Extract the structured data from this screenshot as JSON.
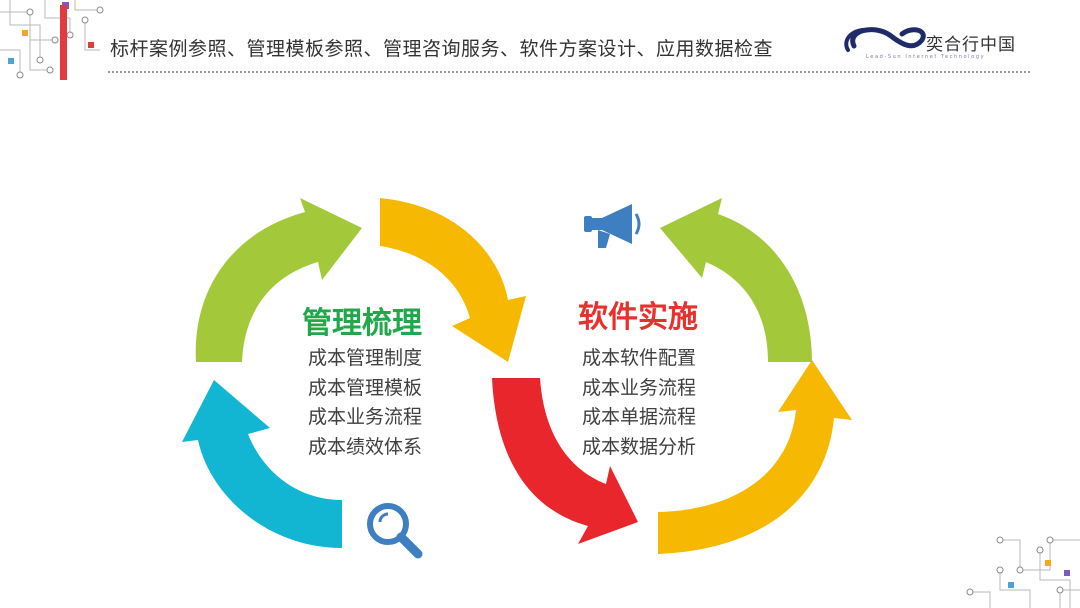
{
  "header": {
    "title": "标杆案例参照、管理模板参照、管理咨询服务、软件方案设计、应用数据检查"
  },
  "logo": {
    "name": "奕合行中国",
    "subtitle": "Lead-Sun Internet Technology",
    "color": "#1f2a6b"
  },
  "left_block": {
    "title": "管理梳理",
    "title_color": "#22a84a",
    "items": [
      "成本管理制度",
      "成本管理模板",
      "成本业务流程",
      "成本绩效体系"
    ]
  },
  "right_block": {
    "title": "软件实施",
    "title_color": "#e8312c",
    "items": [
      "成本软件配置",
      "成本业务流程",
      "成本单据流程",
      "成本数据分析"
    ]
  },
  "arrow_colors": {
    "green": "#a3c93a",
    "yellow": "#f6b800",
    "red": "#e9262b",
    "cyan": "#12b6d3",
    "icon_blue": "#3d7fc1"
  },
  "icons": [
    "megaphone-icon",
    "magnifier-icon"
  ]
}
